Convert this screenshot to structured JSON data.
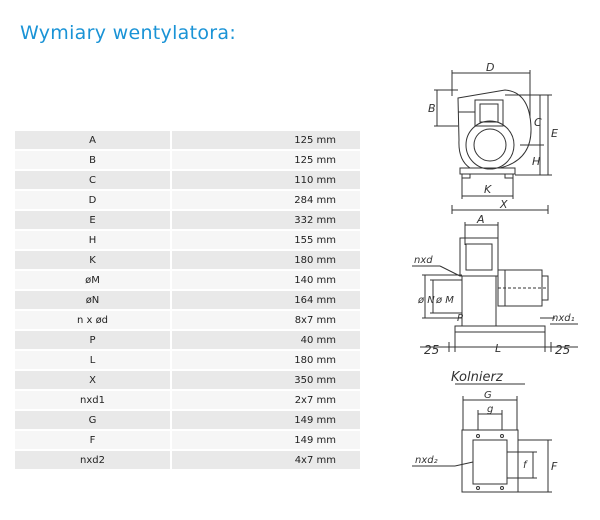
{
  "page": {
    "title": "Wymiary wentylatora:"
  },
  "dimensions": [
    {
      "name": "A",
      "value": "125 mm"
    },
    {
      "name": "B",
      "value": "125 mm"
    },
    {
      "name": "C",
      "value": "110 mm"
    },
    {
      "name": "D",
      "value": "284 mm"
    },
    {
      "name": "E",
      "value": "332 mm"
    },
    {
      "name": "H",
      "value": "155 mm"
    },
    {
      "name": "K",
      "value": "180 mm"
    },
    {
      "name": "øM",
      "value": "140 mm"
    },
    {
      "name": "øN",
      "value": "164 mm"
    },
    {
      "name": "n x ød",
      "value": "8x7 mm"
    },
    {
      "name": "P",
      "value": "40 mm"
    },
    {
      "name": "L",
      "value": "180 mm"
    },
    {
      "name": "X",
      "value": "350 mm"
    },
    {
      "name": "nxd1",
      "value": "2x7 mm"
    },
    {
      "name": "G",
      "value": "149 mm"
    },
    {
      "name": "F",
      "value": "149 mm"
    },
    {
      "name": "nxd2",
      "value": "4x7 mm"
    }
  ],
  "drawing": {
    "labels": {
      "D": "D",
      "B": "B",
      "C": "C",
      "E": "E",
      "H": "H",
      "K": "K",
      "X": "X",
      "A": "A",
      "nxd": "nxd",
      "oN": "ø N",
      "oM": "ø M",
      "P": "P",
      "nxd1": "nxd₁",
      "n25_left": "25",
      "L": "L",
      "n25_right": "25",
      "kolnierz": "Kolnierz",
      "G": "G",
      "g": "g",
      "nxd2": "nxd₂",
      "F": "F",
      "f": "f"
    }
  }
}
